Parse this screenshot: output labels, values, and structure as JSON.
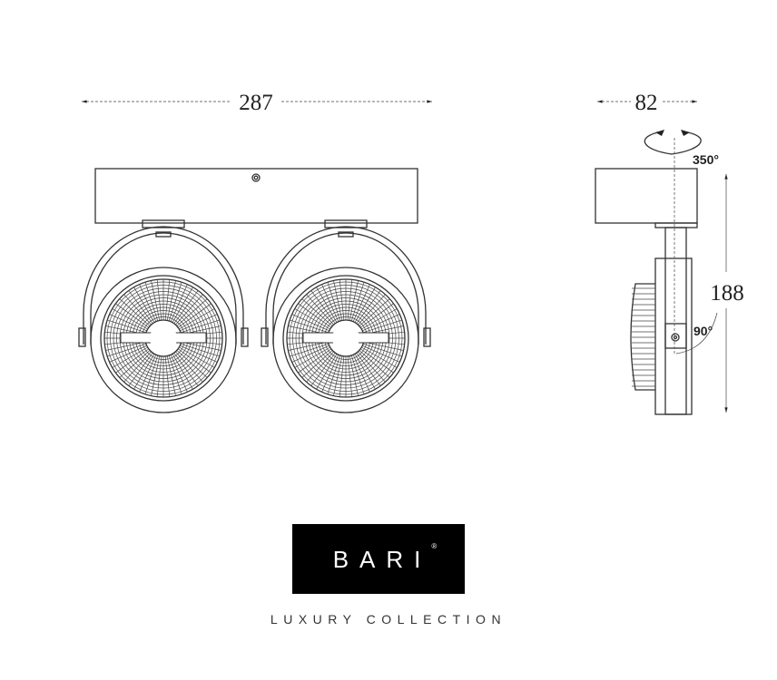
{
  "dimensions": {
    "width": "287",
    "depth": "82",
    "height": "188",
    "rotation_horizontal": "350°",
    "tilt": "90°"
  },
  "logo": {
    "brand": "BARI",
    "registered": "®",
    "tagline": "LUXURY COLLECTION"
  },
  "colors": {
    "logo_bg": "#000000",
    "line": "#333333"
  }
}
